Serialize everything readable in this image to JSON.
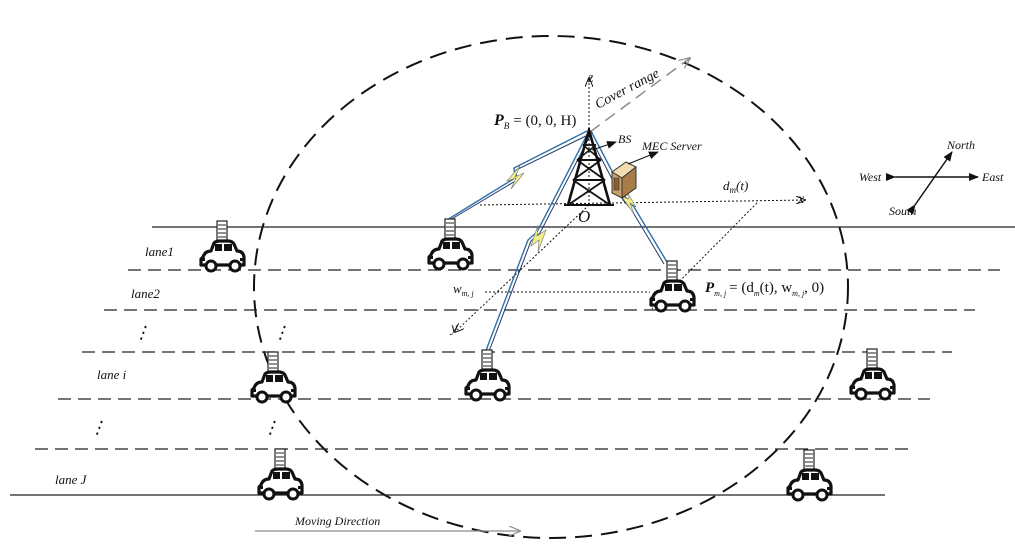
{
  "labels": {
    "z_axis": "z",
    "x_axis": "x",
    "y_axis": "y",
    "origin": "O",
    "cover_range": "Cover range",
    "bs": "BS",
    "mec_server": "MEC Server",
    "bs_position": {
      "symbol": "P",
      "subscript": "B",
      "expression": "= (0, 0, H)"
    },
    "vehicle_position": {
      "symbol": "P",
      "subscript": "m, j",
      "expression": "= (d",
      "sub_m": "m",
      "expression2": "(t), w",
      "sub_mj": "m, j",
      "expression3": ", 0)"
    },
    "distance": {
      "base": "d",
      "sub": "m",
      "tail": "(t)"
    },
    "width": {
      "base": "w",
      "sub": "m, j"
    },
    "compass": {
      "north": "North",
      "south": "South",
      "east": "East",
      "west": "West"
    },
    "moving_direction": "Moving Direction"
  },
  "lanes": [
    {
      "label": "lane1"
    },
    {
      "label": "lane2"
    },
    {
      "label": "lane i"
    },
    {
      "label": "lane J"
    }
  ],
  "ellipsis_glyph": "⋮",
  "colors": {
    "link_blue": "#2f6fa8",
    "link_navy": "#1f3a66",
    "bolt_yellow": "#f3ef88",
    "line": "#222222",
    "arrow_gray": "#8c8c8c"
  }
}
